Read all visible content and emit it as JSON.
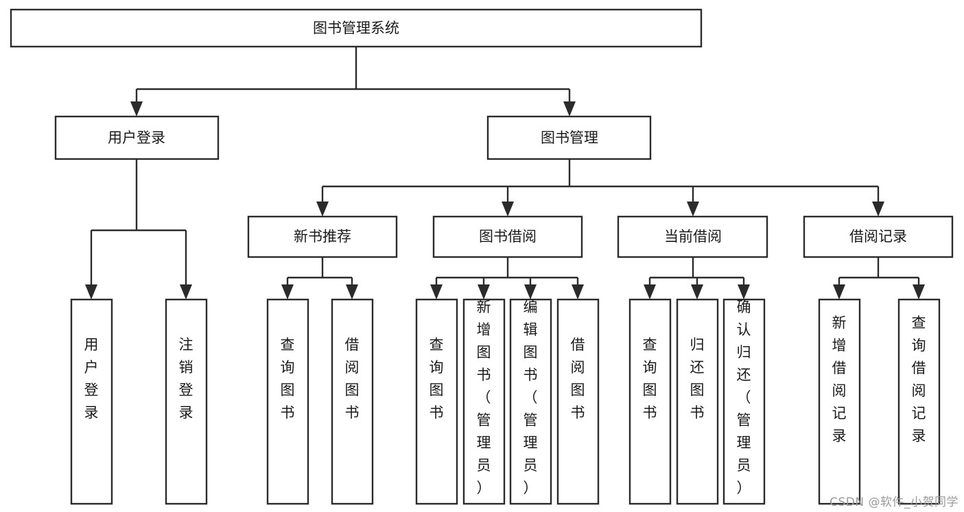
{
  "diagram": {
    "type": "hierarchy-tree",
    "title": "图书管理系统",
    "orientation": "top-down",
    "colors": {
      "stroke": "#2b2b2b",
      "fill": "#ffffff",
      "text": "#1a1a1a",
      "watermark": "#9a9a9a"
    },
    "root": {
      "label": "图书管理系统"
    },
    "level2": [
      {
        "label": "用户登录"
      },
      {
        "label": "图书管理"
      }
    ],
    "level3": [
      {
        "label": "新书推荐"
      },
      {
        "label": "图书借阅"
      },
      {
        "label": "当前借阅"
      },
      {
        "label": "借阅记录"
      }
    ],
    "leaves": {
      "user_login": [
        {
          "label": "用户登录"
        },
        {
          "label": "注销登录"
        }
      ],
      "new_book": [
        {
          "label": "查询图书"
        },
        {
          "label": "借阅图书"
        }
      ],
      "borrow_book": [
        {
          "label": "查询图书"
        },
        {
          "label": "新增图书（管理员）"
        },
        {
          "label": "编辑图书（管理员）"
        },
        {
          "label": "借阅图书"
        }
      ],
      "current_borrow": [
        {
          "label": "查询图书"
        },
        {
          "label": "归还图书"
        },
        {
          "label": "确认归还（管理员）"
        }
      ],
      "borrow_record": [
        {
          "label": "新增借阅记录"
        },
        {
          "label": "查询借阅记录"
        }
      ]
    }
  },
  "watermark": {
    "text": "CSDN @软件_小贺同学"
  }
}
